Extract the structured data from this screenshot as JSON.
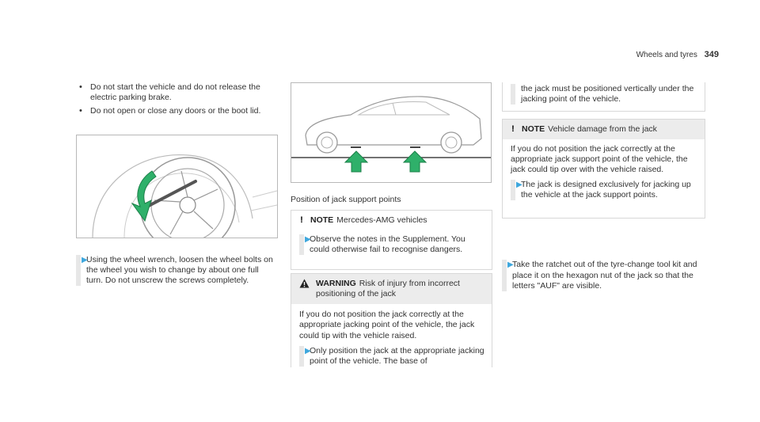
{
  "header": {
    "section": "Wheels and tyres",
    "page": "349"
  },
  "col1": {
    "bullets": [
      "Do not start the vehicle and do not release the electric parking brake.",
      "Do not open or close any doors or the boot lid."
    ],
    "step": "Using the wheel wrench, loosen the wheel bolts on the wheel you wish to change by about one full turn. Do not unscrew the screws completely."
  },
  "col2": {
    "caption": "Position of jack support points",
    "note1": {
      "label": "NOTE",
      "title": "Mercedes-AMG vehicles",
      "step": "Observe the notes in the Supplement. You could otherwise fail to recognise dangers."
    },
    "warning": {
      "label": "WARNING",
      "title": "Risk of injury from incorrect positioning of the jack",
      "body": "If you do not position the jack correctly at the appropriate jacking point of the vehicle, the jack could tip with the vehicle raised.",
      "step": "Only position the jack at the appropriate jacking point of the vehicle. The base of"
    }
  },
  "col3": {
    "cont": "the jack must be positioned vertically under the jacking point of the vehicle.",
    "note2": {
      "label": "NOTE",
      "title": "Vehicle damage from the jack",
      "body": "If you do not position the jack correctly at the appropriate jack support point of the vehicle, the jack could tip over with the vehicle raised.",
      "step": "The jack is designed exclusively for jacking up the vehicle at the jack support points."
    },
    "step": "Take the ratchet out of the tyre-change tool kit and place it on the hexagon nut of the jack so that the letters \"AUF\" are visible."
  },
  "colors": {
    "accent": "#3ea7dd",
    "arrow_green": "#2fb06a",
    "shade": "#ececec"
  },
  "icons": {
    "arrow": "triangle-right-icon",
    "warning": "warning-triangle-icon",
    "note": "exclamation-icon"
  }
}
